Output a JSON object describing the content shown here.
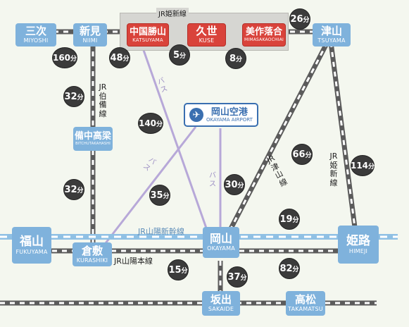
{
  "lines": {
    "himeshin_top": "JR姫新線",
    "hakubi_v": "JR伯備線",
    "tsuyama_line_v": "JR津山線",
    "himeshin_right_v": "JR姫新線",
    "sanyo_shinkansen": "JR山陽新幹線",
    "sanyo_main": "JR山陽本線"
  },
  "bus": {
    "label": "バス"
  },
  "airport": {
    "jp": "岡山空港",
    "en": "OKAYAMA AIRPORT",
    "icon": "airplane-icon"
  },
  "stations": {
    "miyoshi": {
      "jp": "三次",
      "en": "MIYOSHI"
    },
    "niimi": {
      "jp": "新見",
      "en": "NIIMI"
    },
    "katsuyama": {
      "jp": "中国勝山",
      "en": "KATSUYAMA"
    },
    "kuse": {
      "jp": "久世",
      "en": "KUSE"
    },
    "mimasaka": {
      "jp": "美作落合",
      "en": "MIMASAKAOCHIAI"
    },
    "tsuyama": {
      "jp": "津山",
      "en": "TSUYAMA"
    },
    "bitchu": {
      "jp": "備中高梁",
      "en": "BITCHUTAKAHASHI"
    },
    "fukuyama": {
      "jp": "福山",
      "en": "FUKUYAMA"
    },
    "kurashiki": {
      "jp": "倉敷",
      "en": "KURASHIKI"
    },
    "okayama": {
      "jp": "岡山",
      "en": "OKAYAMA"
    },
    "himeji": {
      "jp": "姫路",
      "en": "HIMEJI"
    },
    "sakaide": {
      "jp": "坂出",
      "en": "SAKAIDE"
    },
    "takamatsu": {
      "jp": "高松",
      "en": "TAKAMATSU"
    }
  },
  "unit": "分",
  "times": {
    "t26": "26",
    "t160": "160",
    "t48": "48",
    "t5": "5",
    "t8": "8",
    "t32a": "32",
    "t140": "140",
    "t66": "66",
    "t114": "114",
    "t32b": "32",
    "t35": "35",
    "t30": "30",
    "t19": "19",
    "t15": "15",
    "t37": "37",
    "t82": "82"
  }
}
